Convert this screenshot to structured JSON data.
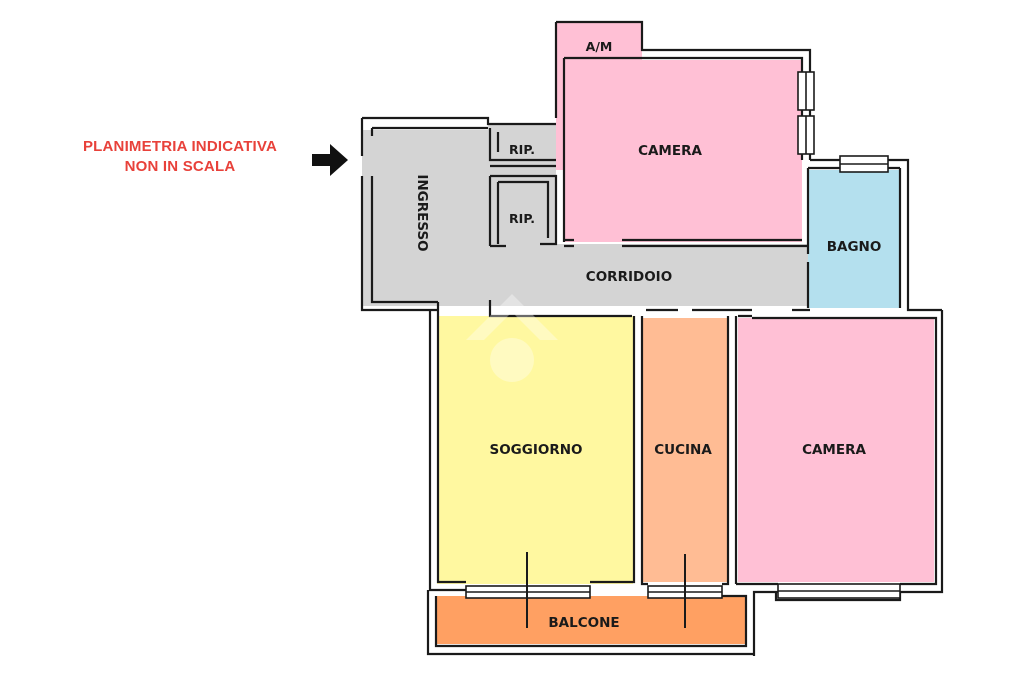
{
  "note": {
    "line1": "PLANIMETRIA INDICATIVA",
    "line2": "NON IN SCALA"
  },
  "rooms": {
    "am": "A/M",
    "camera_top": "CAMERA",
    "rip_top": "RIP.",
    "rip_bottom": "RIP.",
    "ingresso": "INGRESSO",
    "bagno": "BAGNO",
    "corridoio": "CORRIDOIO",
    "soggiorno": "SOGGIORNO",
    "cucina": "CUCINA",
    "camera_bottom": "CAMERA",
    "balcone": "BALCONE"
  },
  "colors": {
    "camera": "#ffc0d5",
    "corridor": "#d4d4d4",
    "bagno": "#b4e0ee",
    "soggiorno": "#fff8a0",
    "cucina": "#ffbc94",
    "balcone": "#ffa062",
    "wall": "#1a1a1a",
    "note": "#e8413a"
  }
}
